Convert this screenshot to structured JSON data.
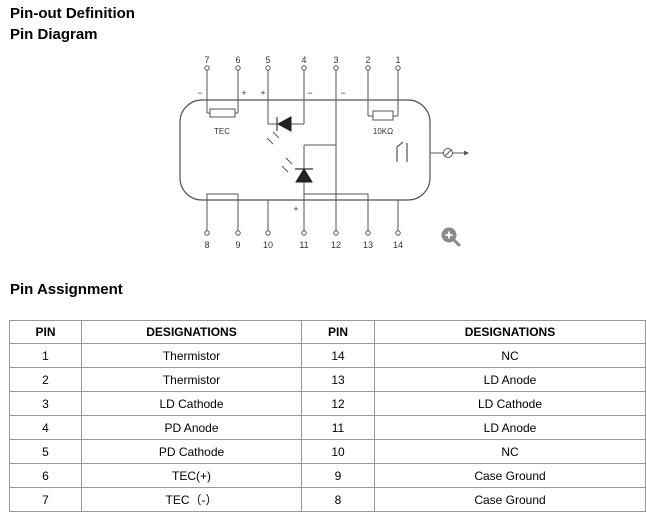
{
  "headings": {
    "pinout": "Pin-out Definition",
    "diagram": "Pin Diagram",
    "assignment": "Pin Assignment"
  },
  "diagram": {
    "top_pins": [
      "7",
      "6",
      "5",
      "4",
      "3",
      "2",
      "1"
    ],
    "bottom_pins": [
      "8",
      "9",
      "10",
      "11",
      "12",
      "13",
      "14"
    ],
    "tec_label": "TEC",
    "resistor_label": "10KΩ",
    "plus_sign": "+",
    "minus_sign": "−",
    "zoom_icon": "zoom-in-icon"
  },
  "table": {
    "headers": [
      "PIN",
      "DESIGNATIONS",
      "PIN",
      "DESIGNATIONS"
    ],
    "rows": [
      [
        "1",
        "Thermistor",
        "14",
        "NC"
      ],
      [
        "2",
        "Thermistor",
        "13",
        "LD Anode"
      ],
      [
        "3",
        "LD Cathode",
        "12",
        "LD Cathode"
      ],
      [
        "4",
        "PD Anode",
        "11",
        "LD Anode"
      ],
      [
        "5",
        "PD Cathode",
        "10",
        "NC"
      ],
      [
        "6",
        "TEC(+)",
        "9",
        "Case Ground"
      ],
      [
        "7",
        "TEC（-）",
        "8",
        "Case Ground"
      ]
    ]
  }
}
